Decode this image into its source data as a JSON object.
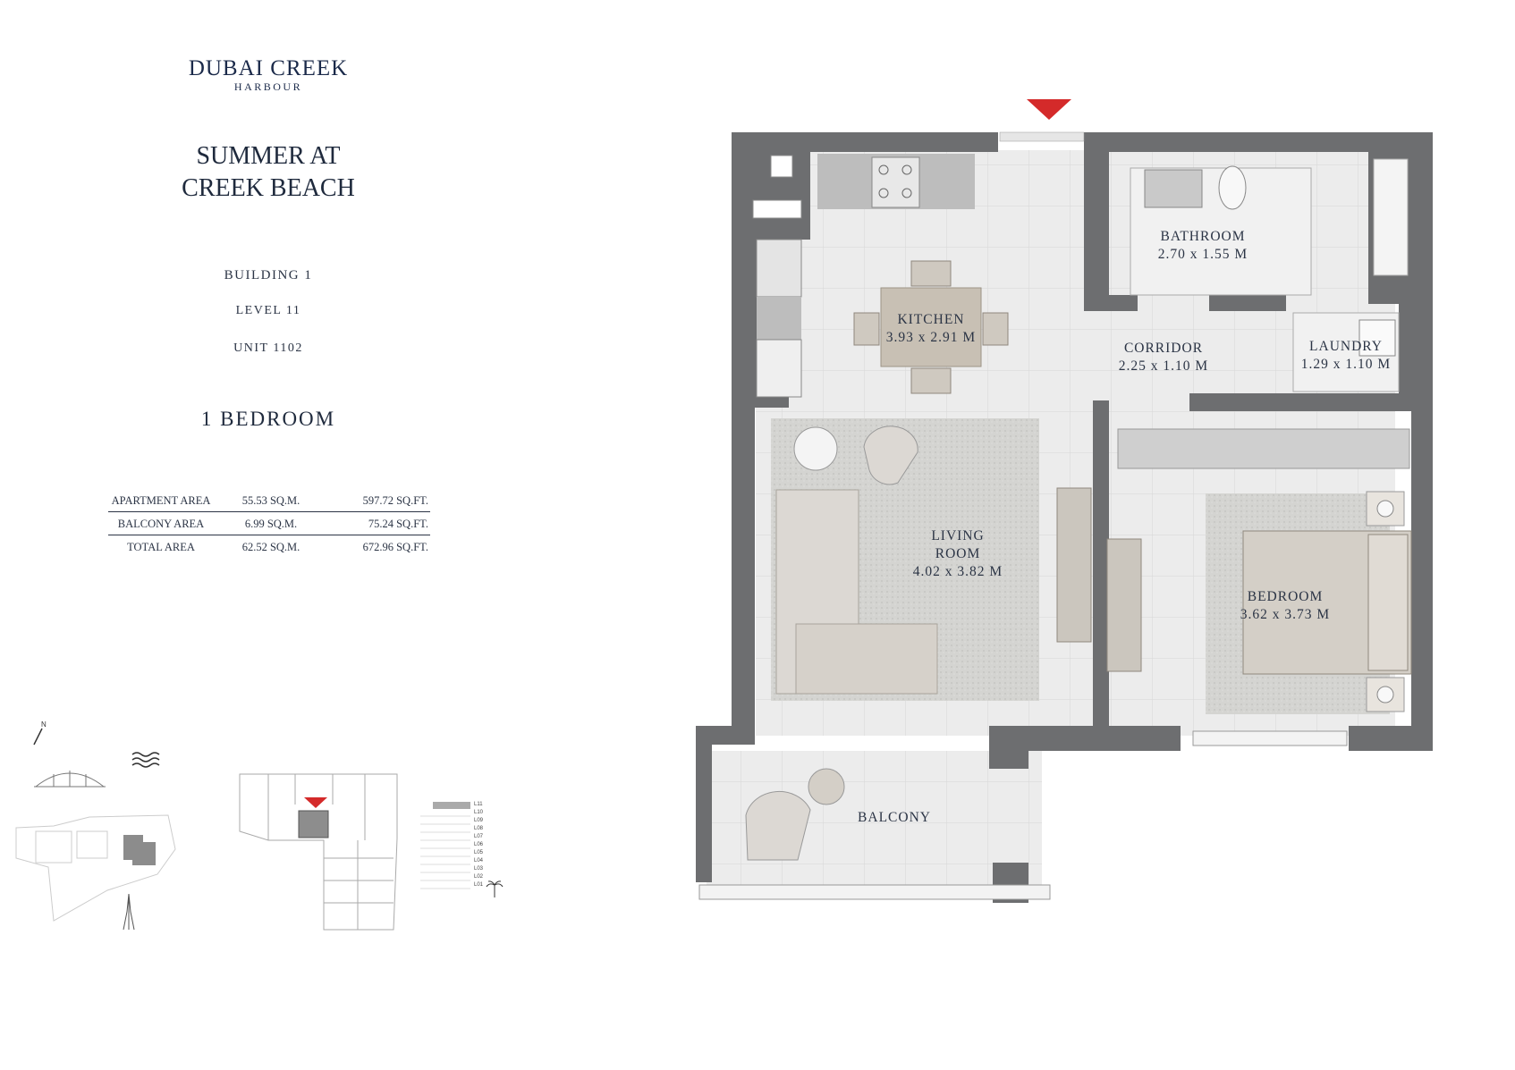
{
  "brand": {
    "name": "DUBAI CREEK",
    "sub": "HARBOUR"
  },
  "project": {
    "line1": "SUMMER AT",
    "line2": "CREEK BEACH"
  },
  "building": "BUILDING 1",
  "level": "LEVEL 11",
  "unit": "UNIT 1102",
  "bedrooms": "1 BEDROOM",
  "areas": [
    {
      "label": "APARTMENT AREA",
      "sqm": "55.53 SQ.M.",
      "sqft": "597.72 SQ.FT."
    },
    {
      "label": "BALCONY AREA",
      "sqm": "6.99 SQ.M.",
      "sqft": "75.24 SQ.FT."
    },
    {
      "label": "TOTAL AREA",
      "sqm": "62.52 SQ.M.",
      "sqft": "672.96 SQ.FT."
    }
  ],
  "rooms": {
    "kitchen": {
      "name": "KITCHEN",
      "dims": "3.93 x 2.91 M"
    },
    "bathroom": {
      "name": "BATHROOM",
      "dims": "2.70 x 1.55 M"
    },
    "corridor": {
      "name": "CORRIDOR",
      "dims": "2.25 x 1.10 M"
    },
    "laundry": {
      "name": "LAUNDRY",
      "dims": "1.29 x 1.10 M"
    },
    "living": {
      "name1": "LIVING",
      "name2": "ROOM",
      "dims": "4.02 x 3.82 M"
    },
    "bedroom": {
      "name": "BEDROOM",
      "dims": "3.62 x 3.73 M"
    },
    "balcony": {
      "name": "BALCONY"
    }
  },
  "levels": [
    "L11",
    "L10",
    "L09",
    "L08",
    "L07",
    "L06",
    "L05",
    "L04",
    "L03",
    "L02",
    "L01"
  ],
  "colors": {
    "wall": "#6d6e70",
    "floor": "#e9eaeb",
    "rug": "#d6d6d3",
    "furniture": "#cfc9c0",
    "marker": "#d42a2a"
  },
  "icons": [
    "entrance-arrow-icon",
    "north-arrow-icon",
    "water-icon",
    "bridge-icon",
    "tower-icon",
    "palm-icon"
  ]
}
